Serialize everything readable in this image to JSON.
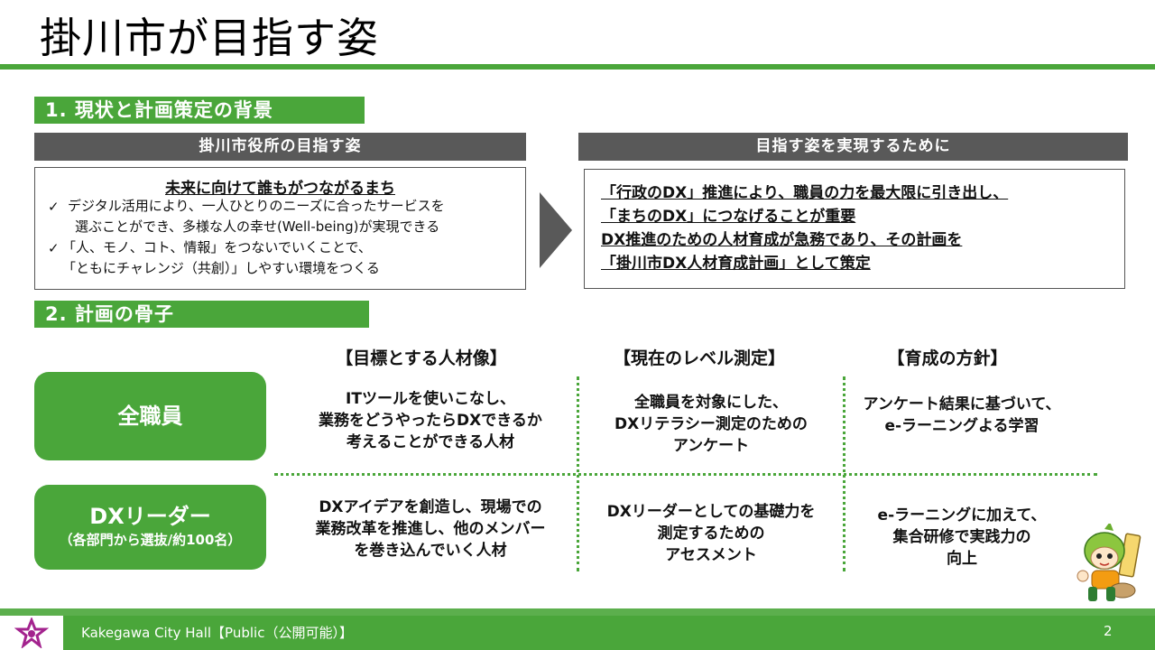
{
  "title": "掛川市が目指す姿",
  "section1": {
    "heading": "1. 現状と計画策定の背景",
    "left_panel": {
      "header": "掛川市役所の目指す姿",
      "subheading": "未来に向けて誰もがつながるまち",
      "bullets": [
        {
          "check": "✓",
          "lines": [
            "デジタル活用により、一人ひとりのニーズに合ったサービスを",
            "選ぶことができ、多様な人の幸せ(Well-being)が実現できる"
          ]
        },
        {
          "check": "✓",
          "lines": [
            "「人、モノ、コト、情報」をつないでいくことで、",
            "「ともにチャレンジ（共創）」しやすい環境をつくる"
          ]
        }
      ]
    },
    "right_panel": {
      "header": "目指す姿を実現するために",
      "lines": [
        "「行政のDX」推進により、職員の力を最大限に引き出し、",
        "「まちのDX」につなげることが重要",
        "DX推進のための人材育成が急務であり、その計画を",
        "「掛川市DX人材育成計画」として策定"
      ]
    }
  },
  "section2": {
    "heading": "2. 計画の骨子",
    "columns": [
      "【目標とする人材像】",
      "【現在のレベル測定】",
      "【育成の方針】"
    ],
    "rows": [
      {
        "label": "全職員",
        "sublabel": "",
        "cells": [
          [
            "ITツールを使いこなし、",
            "業務をどうやったらDXできるか",
            "考えることができる人材"
          ],
          [
            "全職員を対象にした、",
            "DXリテラシー測定のための",
            "アンケート"
          ],
          [
            "アンケート結果に基づいて、",
            "e-ラーニングよる学習"
          ]
        ]
      },
      {
        "label": "DXリーダー",
        "sublabel": "（各部門から選抜/約100名）",
        "cells": [
          [
            "DXアイデアを創造し、現場での",
            "業務改革を推進し、他のメンバー",
            "を巻き込んでいく人材"
          ],
          [
            "DXリーダーとしての基礎力を",
            "測定するための",
            "アセスメント"
          ],
          [
            "e-ラーニングに加えて、",
            "集合研修で実践力の",
            "向上"
          ]
        ]
      }
    ]
  },
  "footer": {
    "text": "Kakegawa City Hall【Public（公開可能）】",
    "page": "2"
  },
  "colors": {
    "accent": "#4aa63a",
    "panel_header": "#595959",
    "logo": "#a3238e"
  },
  "icons": {
    "logo": "city-flower-logo-icon",
    "mascot": "mascot-character-icon"
  }
}
